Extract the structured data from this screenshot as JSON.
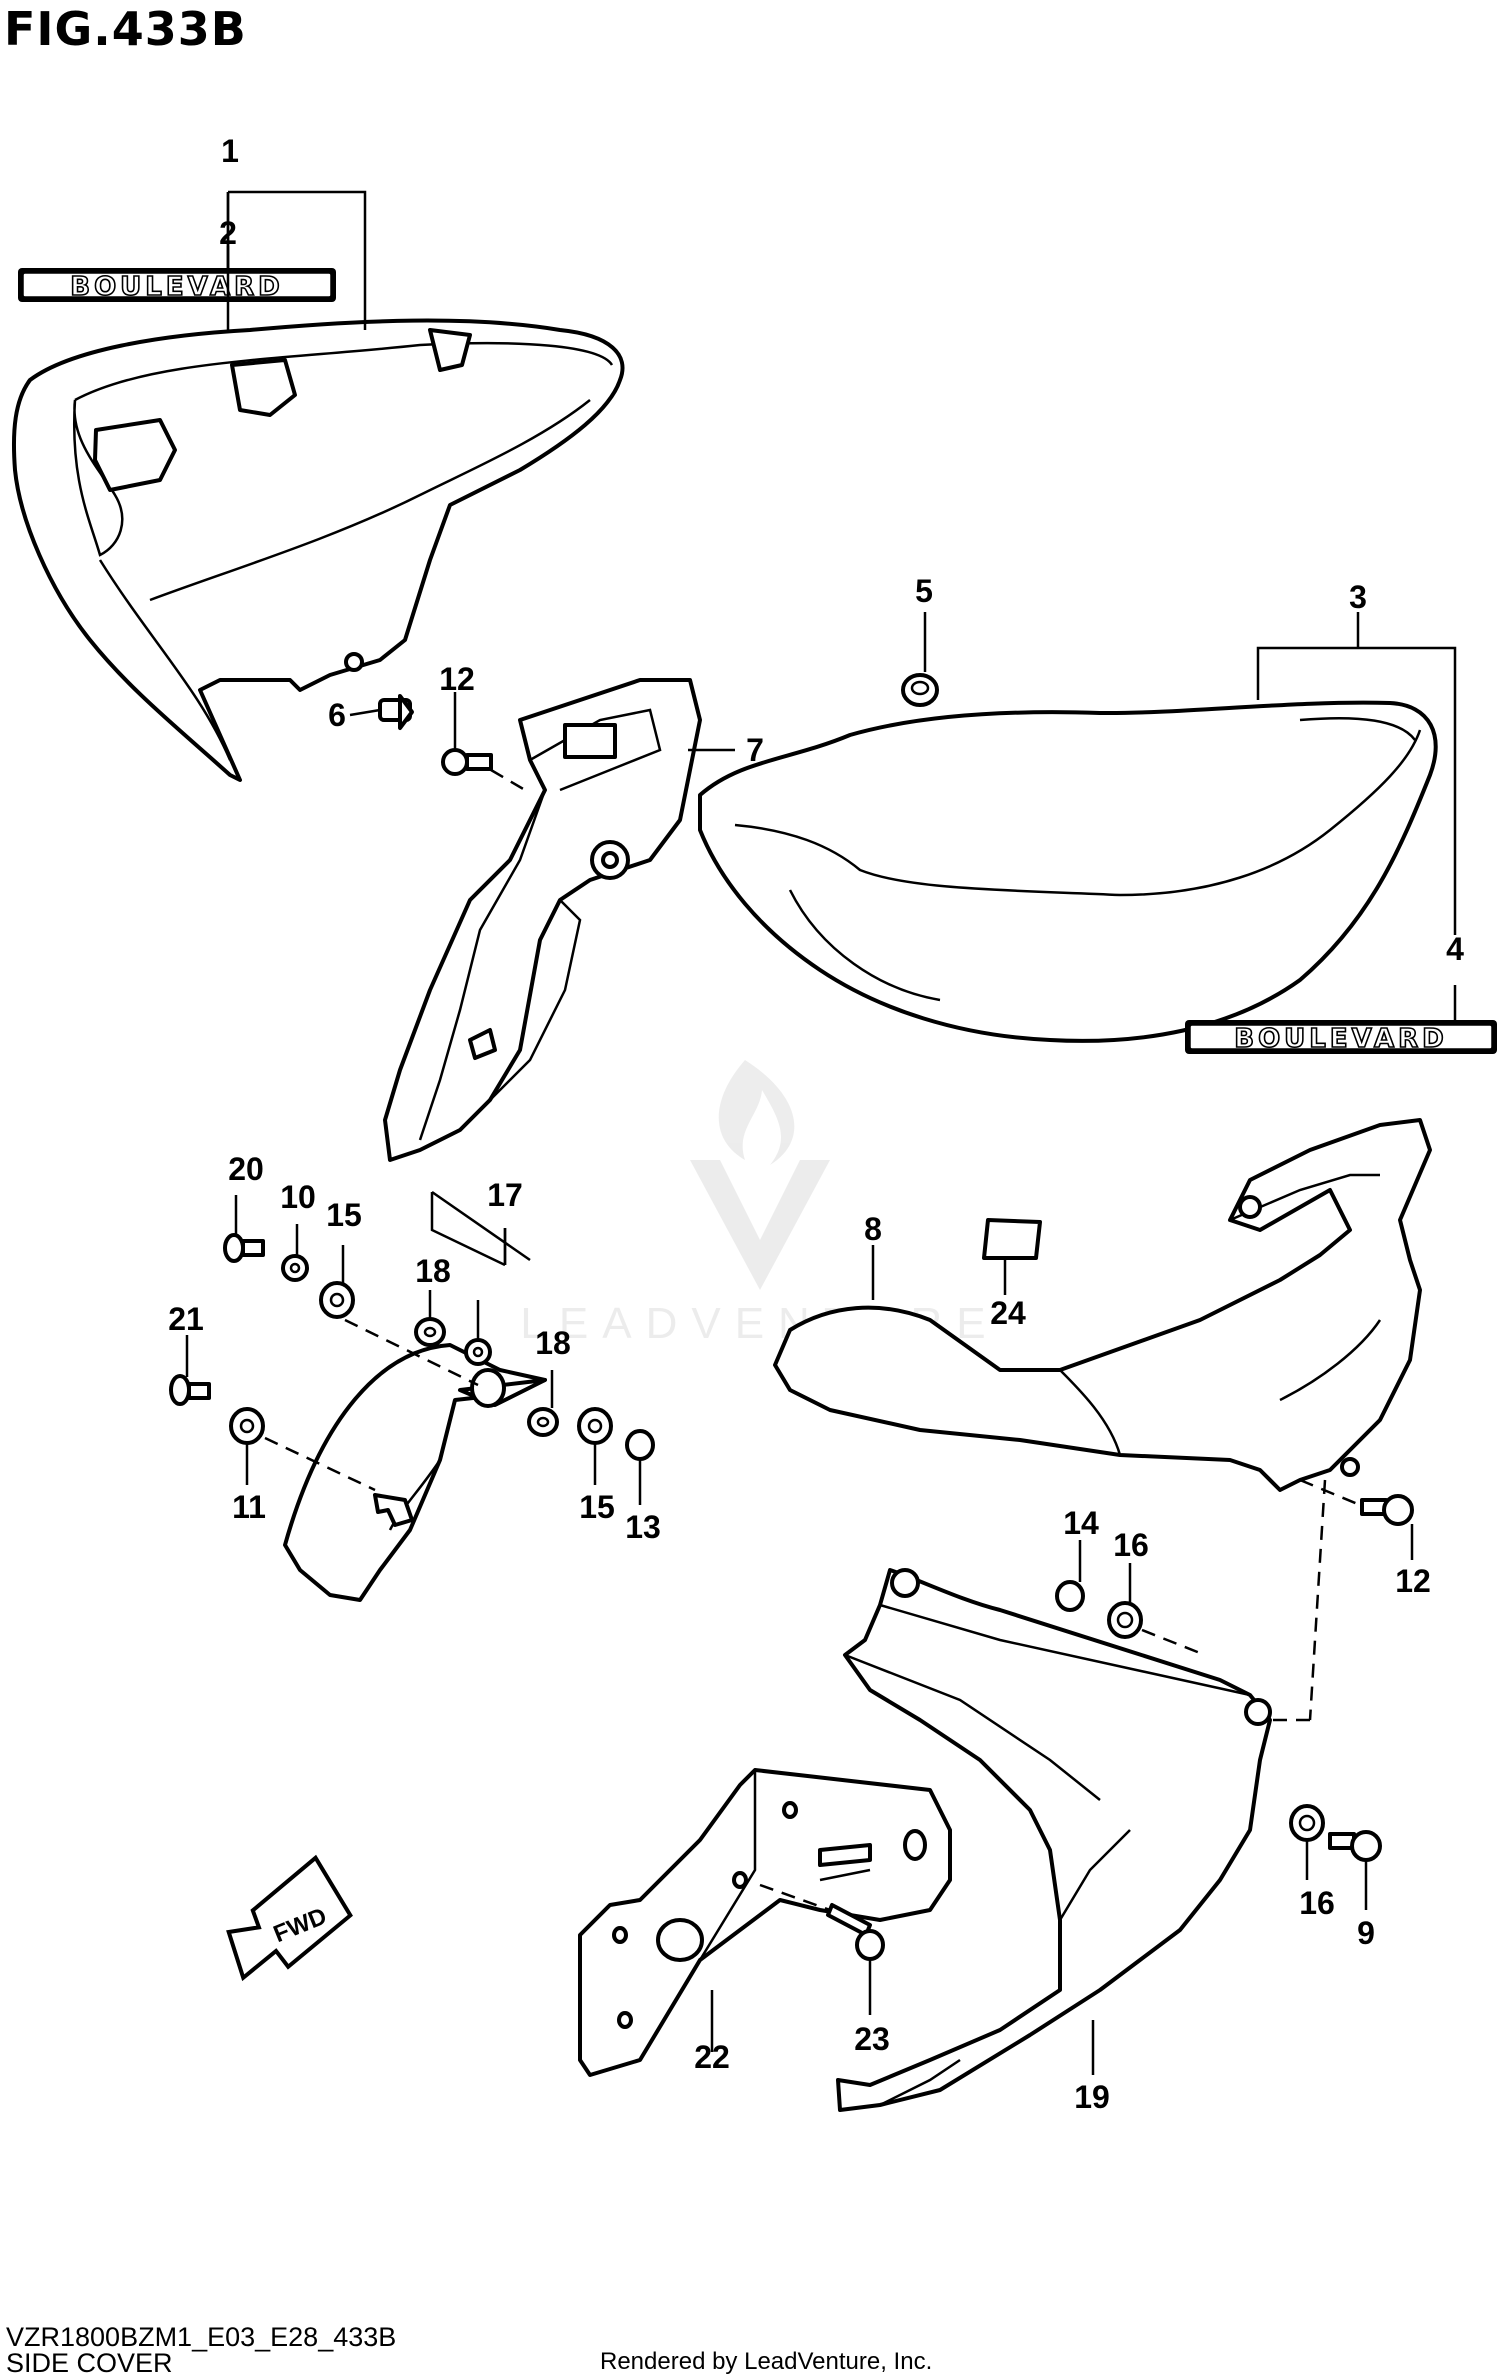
{
  "figure": {
    "title": "FIG.433B",
    "code": "VZR1800BZM1_E03_E28_433B",
    "name": "SIDE COVER",
    "credit": "Rendered by LeadVenture, Inc."
  },
  "emblem_text": "BOULEVARD",
  "watermark_text": "LEADVENTURE",
  "fwd_label": "FWD",
  "callouts": [
    "1",
    "2",
    "3",
    "4",
    "5",
    "6",
    "7",
    "8",
    "9",
    "10",
    "11",
    "12",
    "13",
    "14",
    "15",
    "16",
    "17",
    "18",
    "19",
    "20",
    "21",
    "22",
    "23",
    "24"
  ],
  "callout_extra": {
    "12b": "12",
    "15b": "15",
    "16b": "16",
    "18b": "18"
  },
  "colors": {
    "line": "#000000",
    "background": "#ffffff",
    "watermark": "#d9d9d9"
  }
}
